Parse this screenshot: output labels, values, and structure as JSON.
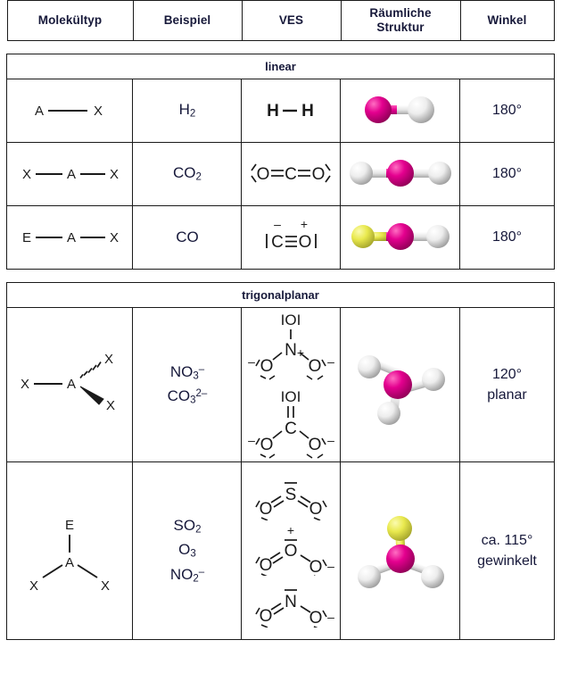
{
  "table": {
    "headers": [
      "Molekültyp",
      "Beispiel",
      "VES",
      "Räumliche Struktur",
      "Winkel"
    ],
    "header_spatial_line1": "Räumliche",
    "header_spatial_line2": "Struktur"
  },
  "sections": [
    {
      "id": "linear",
      "banner": "linear",
      "rows": [
        {
          "id": "h2",
          "molekueltyp": {
            "labels": [
              "A",
              "X"
            ],
            "notation": "A—X"
          },
          "beispiel": {
            "formula": "H",
            "sub": "2",
            "sup": "",
            "text": "H2"
          },
          "ves": {
            "text": "H–H",
            "atoms": [
              "H",
              "H"
            ],
            "bond": "single"
          },
          "struktur": {
            "atoms": [
              {
                "color": "#d6007f",
                "name": "center-atom"
              },
              {
                "color": "#f2f2f2",
                "name": "ligand-atom"
              }
            ],
            "shape": "linear"
          },
          "winkel": {
            "line1": "180°",
            "line2": ""
          }
        },
        {
          "id": "co2",
          "molekueltyp": {
            "labels": [
              "X",
              "A",
              "X"
            ],
            "notation": "X—A—X"
          },
          "beispiel": {
            "formula": "CO",
            "sub": "2",
            "sup": "",
            "text": "CO2"
          },
          "ves": {
            "text": "|O=C=O|",
            "atoms": [
              "O",
              "C",
              "O"
            ],
            "bond": "double"
          },
          "struktur": {
            "atoms": [
              {
                "color": "#f2f2f2",
                "name": "ligand-atom"
              },
              {
                "color": "#d6007f",
                "name": "center-atom"
              },
              {
                "color": "#f2f2f2",
                "name": "ligand-atom"
              }
            ],
            "shape": "linear"
          },
          "winkel": {
            "line1": "180°",
            "line2": ""
          }
        },
        {
          "id": "co",
          "molekueltyp": {
            "labels": [
              "E",
              "A",
              "X"
            ],
            "notation": "E—A—X"
          },
          "beispiel": {
            "formula": "CO",
            "sub": "",
            "sup": "",
            "text": "CO"
          },
          "ves": {
            "text": "|C≡O|",
            "atoms": [
              "C",
              "O"
            ],
            "bond": "triple",
            "charges": [
              "–",
              "+"
            ]
          },
          "struktur": {
            "atoms": [
              {
                "color": "#e8e84a",
                "name": "lone-pair-atom"
              },
              {
                "color": "#d6007f",
                "name": "center-atom"
              },
              {
                "color": "#f2f2f2",
                "name": "ligand-atom"
              }
            ],
            "shape": "linear"
          },
          "winkel": {
            "line1": "180°",
            "line2": ""
          }
        }
      ]
    },
    {
      "id": "trigonalplanar",
      "banner": "trigonalplanar",
      "rows": [
        {
          "id": "no3-co3",
          "molekueltyp": {
            "labels": [
              "X",
              "A",
              "X",
              "X"
            ],
            "notation": "X—A(X)(X)"
          },
          "beispiel": {
            "lines": [
              {
                "formula": "NO",
                "sub": "3",
                "sup": "–"
              },
              {
                "formula": "CO",
                "sub": "3",
                "sup": "2–"
              }
            ]
          },
          "ves": {
            "structures": [
              {
                "center": "N",
                "center_charge": "+",
                "top": "O",
                "left": "O",
                "right": "O",
                "left_charge": "–",
                "right_charge": "–"
              },
              {
                "center": "C",
                "center_charge": "",
                "top": "O",
                "left": "O",
                "right": "O",
                "left_charge": "–",
                "right_charge": "–"
              }
            ]
          },
          "struktur": {
            "atoms": [
              {
                "color": "#d6007f",
                "name": "center-atom"
              },
              {
                "color": "#f2f2f2",
                "name": "ligand-atom"
              },
              {
                "color": "#f2f2f2",
                "name": "ligand-atom"
              },
              {
                "color": "#f2f2f2",
                "name": "ligand-atom"
              }
            ],
            "shape": "trigonal-planar"
          },
          "winkel": {
            "line1": "120°",
            "line2": "planar"
          }
        },
        {
          "id": "so2-o3-no2",
          "molekueltyp": {
            "labels": [
              "E",
              "A",
              "X",
              "X"
            ],
            "notation": "E–A(X)(X)"
          },
          "beispiel": {
            "lines": [
              {
                "formula": "SO",
                "sub": "2",
                "sup": ""
              },
              {
                "formula": "O",
                "sub": "3",
                "sup": ""
              },
              {
                "formula": "NO",
                "sub": "2",
                "sup": "–"
              }
            ]
          },
          "ves": {
            "structures": [
              {
                "center": "S",
                "center_charge": "",
                "left": "O",
                "right": "O",
                "left_bond": "double",
                "right_bond": "double",
                "right_charge": ""
              },
              {
                "center": "O",
                "center_charge": "+",
                "left": "O",
                "right": "O",
                "left_bond": "double",
                "right_bond": "single",
                "right_charge": "–"
              },
              {
                "center": "N",
                "center_charge": "",
                "left": "O",
                "right": "O",
                "left_bond": "double",
                "right_bond": "single",
                "right_charge": "–"
              }
            ]
          },
          "struktur": {
            "atoms": [
              {
                "color": "#e8e84a",
                "name": "lone-pair-atom"
              },
              {
                "color": "#d6007f",
                "name": "center-atom"
              },
              {
                "color": "#f2f2f2",
                "name": "ligand-atom"
              },
              {
                "color": "#f2f2f2",
                "name": "ligand-atom"
              }
            ],
            "shape": "bent"
          },
          "winkel": {
            "line1": "ca. 115°",
            "line2": "gewinkelt"
          }
        }
      ]
    }
  ],
  "colors": {
    "center_magenta": "#d6007f",
    "ligand_white": "#f2f2f2",
    "lone_pair_yellow": "#e8e84a",
    "border": "#1a1a1a",
    "text": "#16183a"
  }
}
